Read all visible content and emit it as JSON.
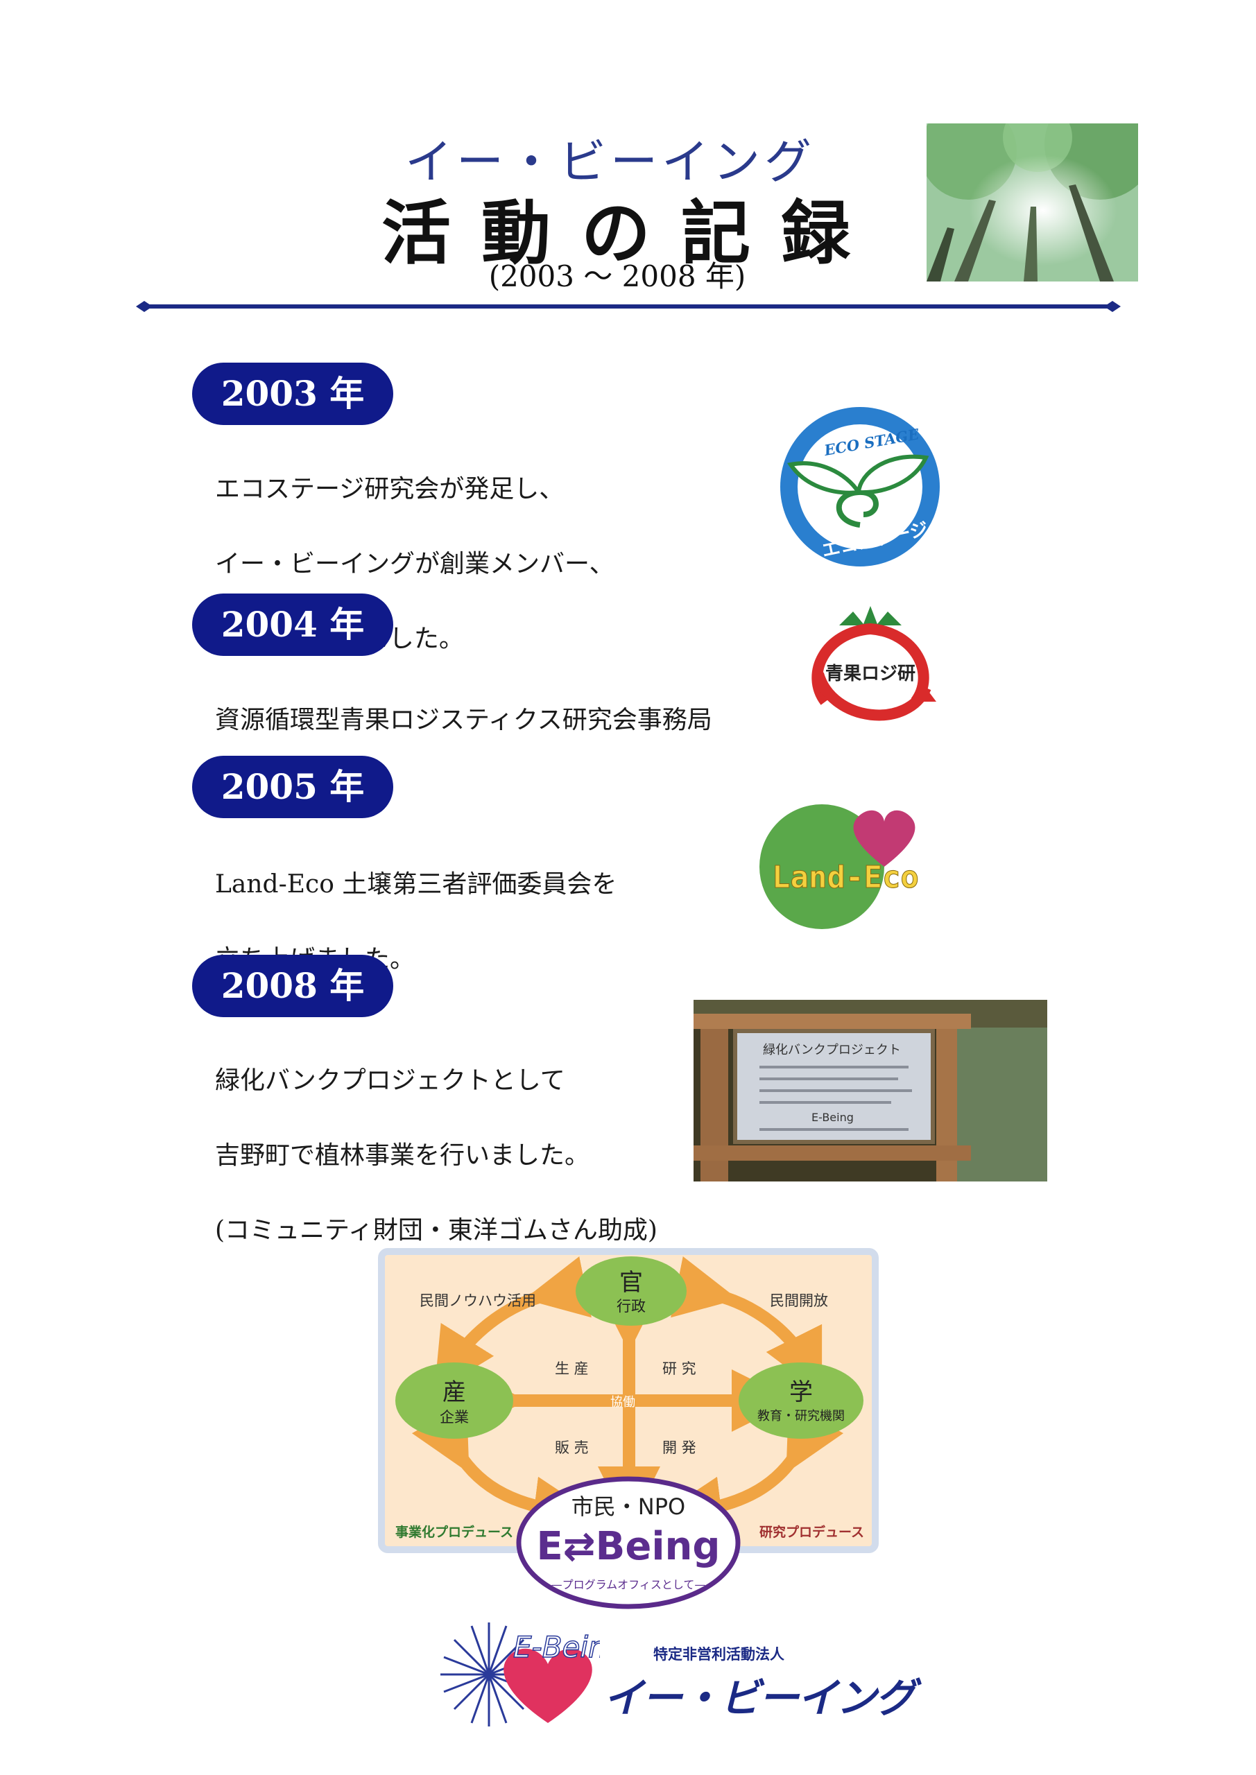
{
  "header": {
    "subtitle": "イー・ビーイング",
    "title": "活動の記録",
    "period": "(2003 ～ 2008 年)"
  },
  "entries": [
    {
      "year": "2003 年",
      "lines": [
        "エコステージ研究会が発足し、",
        "イー・ビーイングが創業メンバー、",
        "事務局となりました。"
      ]
    },
    {
      "year": "2004 年",
      "lines": [
        "資源循環型青果ロジスティクス研究会事務局"
      ]
    },
    {
      "year": "2005 年",
      "lines": [
        "Land-Eco 土壌第三者評価委員会を",
        "立ち上げました。"
      ]
    },
    {
      "year": "2008 年",
      "lines": [
        "緑化バンクプロジェクトとして",
        "吉野町で植林事業を行いました。",
        "(コミュニティ財団・東洋ゴムさん助成)"
      ]
    }
  ],
  "logos": {
    "ecostage": {
      "top": "ECO STAGE",
      "bottom": "エコステージ"
    },
    "seika": {
      "label": "青果ロジ研"
    },
    "landeco": {
      "label": "Land-Eco"
    },
    "sign": {
      "heading": "緑化バンクプロジェクト",
      "brand": "E-Being"
    }
  },
  "diagram": {
    "top_node": {
      "main": "官",
      "sub": "行政"
    },
    "left_node": {
      "main": "産",
      "sub": "企業"
    },
    "right_node": {
      "main": "学",
      "sub": "教育・研究機関"
    },
    "bottom_node": {
      "main": "市民・NPO",
      "brand": "E⇄Being",
      "sub": "—プログラムオフィスとして—"
    },
    "corner_labels": {
      "top_left": "民間ノウハウ活用",
      "top_right": "民間開放",
      "bottom_left": "事業化プロデュース",
      "bottom_right": "研究プロデュース"
    },
    "center_labels": {
      "center": "協働",
      "nw": "生 産",
      "ne": "研 究",
      "sw": "販 売",
      "se": "開 発"
    }
  },
  "footer": {
    "logo_text": "E-Being",
    "org_type": "特定非営利活動法人",
    "org_name": "イー・ビーイング"
  },
  "colors": {
    "navy": "#101a8a",
    "accent_blue": "#2a3a8c",
    "green_node": "#8cc153",
    "orange_arrow": "#f0a443",
    "heart": "#e0325f"
  }
}
